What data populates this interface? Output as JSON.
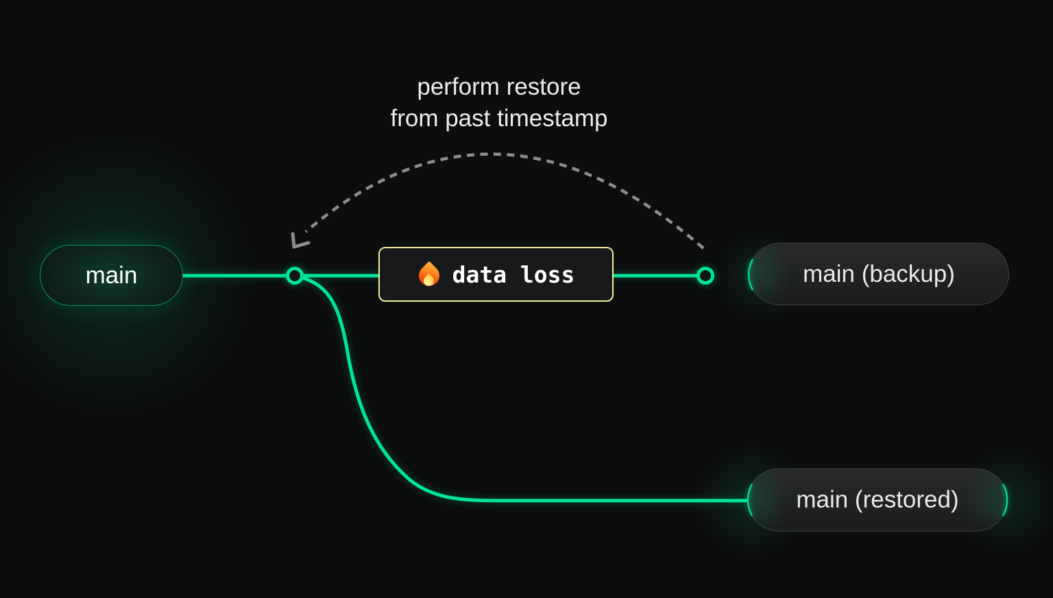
{
  "annotation": {
    "line1": "perform restore",
    "line2": "from past timestamp"
  },
  "nodes": {
    "main": {
      "label": "main"
    },
    "event": {
      "label": "data loss",
      "icon": "fire-icon"
    },
    "backup": {
      "label": "main (backup)"
    },
    "restored": {
      "label": "main (restored)"
    }
  },
  "edges": [
    {
      "from": "main",
      "to": "main (backup)",
      "style": "solid-green",
      "through": "data loss"
    },
    {
      "from": "main",
      "to": "main (restored)",
      "style": "solid-green-branch-curve"
    },
    {
      "from": "main (backup)",
      "to": "main branch point",
      "style": "dashed-gray-arrow",
      "meaning": "perform restore from past timestamp"
    }
  ],
  "colors": {
    "accent_green": "#00e599",
    "warning_yellow_border": "#f3ed9e",
    "dashed_gray": "#8d8d8d",
    "background": "#0c0d0d",
    "node_fill_dark": "#1d1f1e",
    "node_border_gray": "#3d403f",
    "text_light": "#ececec"
  }
}
